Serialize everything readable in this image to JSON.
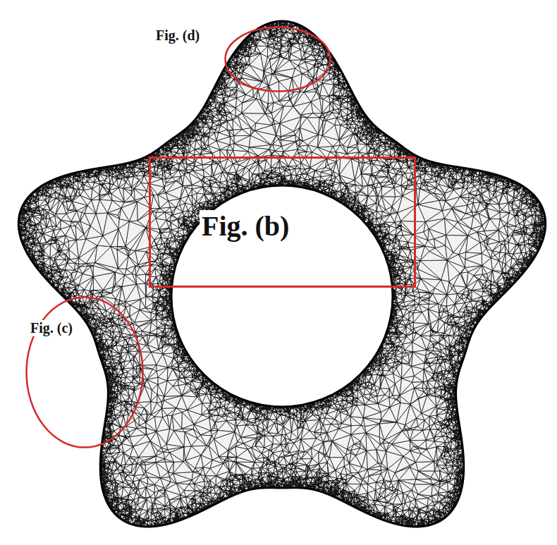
{
  "diagram": {
    "nodes": [
      {
        "text": [
          "Fig. (d)"
        ]
      },
      {
        "text": [
          "Fig. (b)"
        ]
      },
      {
        "text": [
          "Fig. (c)"
        ]
      }
    ]
  }
}
